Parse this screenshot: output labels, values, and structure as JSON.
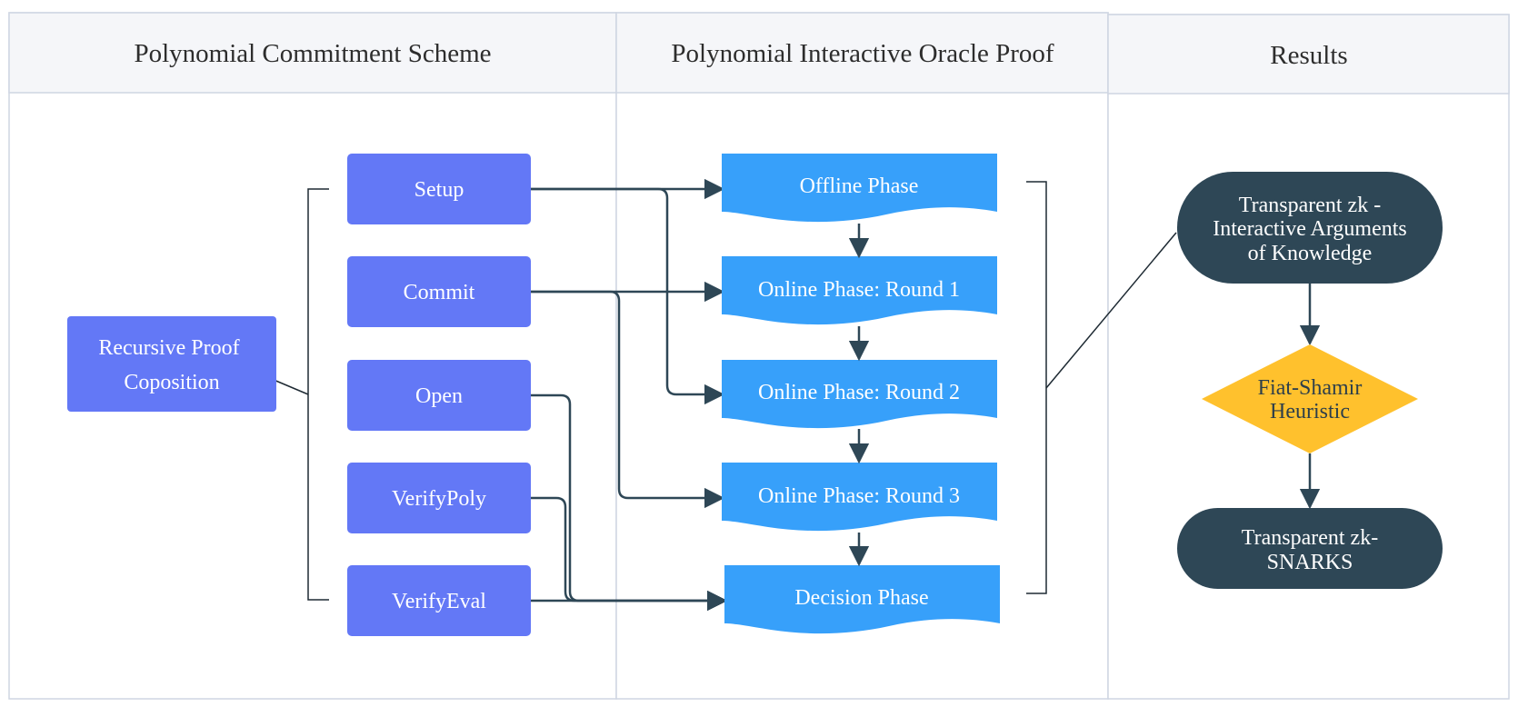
{
  "lanes": {
    "pcs": "Polynomial Commitment Scheme",
    "piop": "Polynomial Interactive Oracle Proof",
    "results": "Results"
  },
  "pcs": {
    "recursive_line1": "Recursive Proof",
    "recursive_line2": "Coposition",
    "setup": "Setup",
    "commit": "Commit",
    "open": "Open",
    "verify_poly": "VerifyPoly",
    "verify_eval": "VerifyEval"
  },
  "piop": {
    "offline": "Offline Phase",
    "round1": "Online Phase: Round 1",
    "round2": "Online Phase: Round 2",
    "round3": "Online Phase: Round 3",
    "decision": "Decision Phase"
  },
  "results": {
    "interactive_line1": "Transparent zk -",
    "interactive_line2": "Interactive Arguments",
    "interactive_line3": "of Knowledge",
    "fiat_line1": "Fiat-Shamir",
    "fiat_line2": "Heuristic",
    "snarks_line1": "Transparent zk-",
    "snarks_line2": "SNARKS"
  },
  "colors": {
    "pcs_box": "#6378f6",
    "piop_box": "#37a0fa",
    "result_node": "#2e4756",
    "diamond": "#ffc12d",
    "connector": "#2e4756",
    "lane_border": "#cfd6e2",
    "lane_header": "#f5f6f9"
  }
}
